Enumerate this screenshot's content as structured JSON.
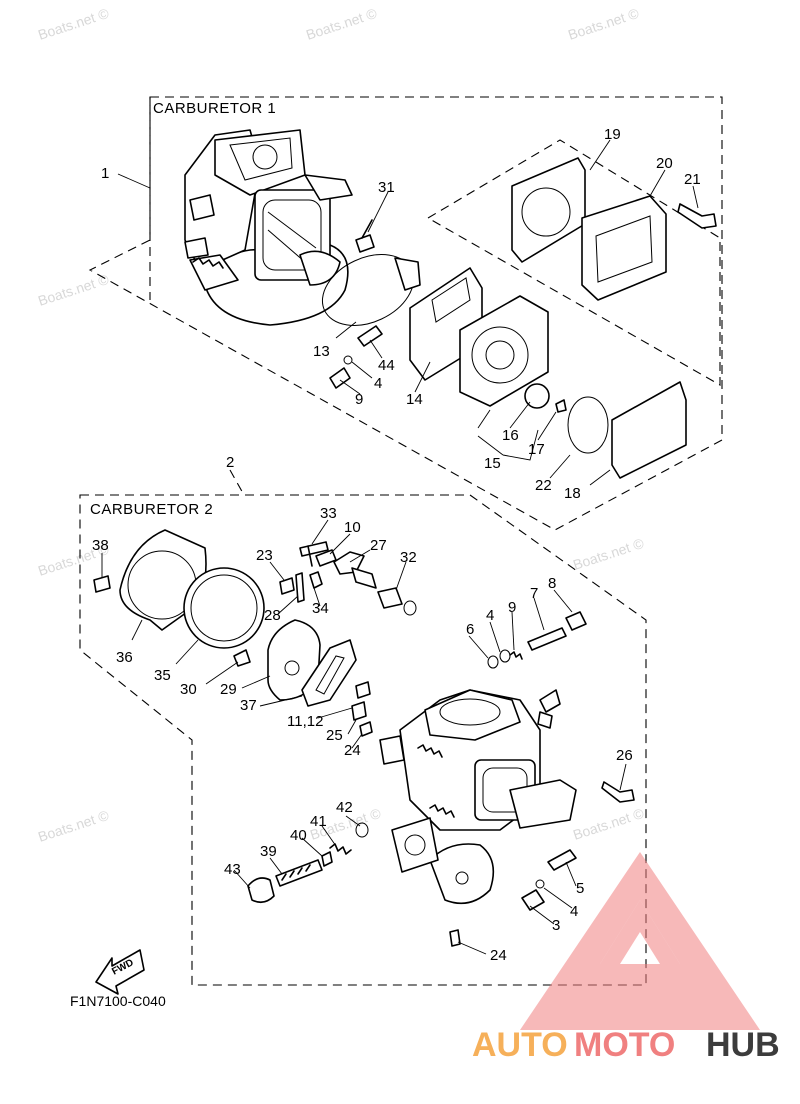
{
  "diagram": {
    "group1_title": "CARBURETOR 1",
    "group2_title": "CARBURETOR 2",
    "figure_code": "F1N7100-C040",
    "fwd_label": "FWD",
    "watermark": "Boats.net ©",
    "logo": {
      "part1": "AUTO",
      "part2": "MOTO",
      "part3": "HUB",
      "color_primary": "#f08080",
      "color_secondary": "#f6b05a",
      "color_dark": "#3c3c3c"
    },
    "callouts": [
      "1",
      "2",
      "3",
      "4",
      "4",
      "4",
      "5",
      "6",
      "7",
      "8",
      "9",
      "9",
      "10",
      "11,12",
      "13",
      "14",
      "15",
      "16",
      "17",
      "18",
      "19",
      "20",
      "21",
      "22",
      "23",
      "24",
      "24",
      "25",
      "26",
      "27",
      "28",
      "29",
      "30",
      "31",
      "32",
      "33",
      "34",
      "35",
      "36",
      "37",
      "38",
      "39",
      "40",
      "41",
      "42",
      "43",
      "44"
    ]
  }
}
